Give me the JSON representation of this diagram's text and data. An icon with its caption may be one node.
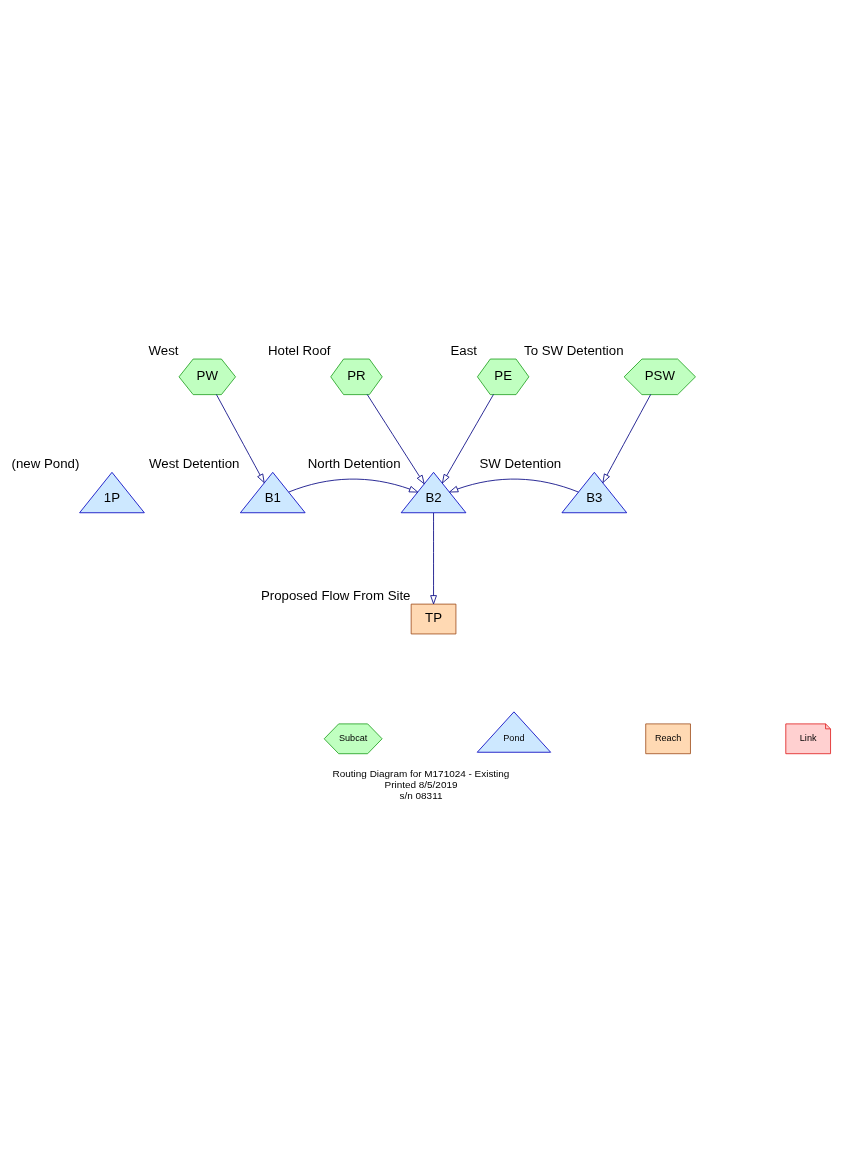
{
  "diagram": {
    "title": "Routing Diagram for M171024 - Existing",
    "nodes": [
      {
        "text": [
          "PW"
        ],
        "beside": [
          "West"
        ]
      },
      {
        "text": [
          "PR"
        ],
        "beside": [
          "Hotel Roof"
        ]
      },
      {
        "text": [
          "PE"
        ],
        "beside": [
          "East"
        ]
      },
      {
        "text": [
          "PSW"
        ],
        "beside": [
          "To SW Detention"
        ]
      },
      {
        "text": [
          "1P"
        ],
        "beside": [
          "(new Pond)"
        ]
      },
      {
        "text": [
          "B1"
        ],
        "beside": [
          "West Detention"
        ]
      },
      {
        "text": [
          "B2"
        ],
        "beside": [
          "North Detention"
        ]
      },
      {
        "text": [
          "B3"
        ],
        "beside": [
          "SW Detention"
        ]
      },
      {
        "text": [
          "TP"
        ],
        "beside": [
          "Proposed Flow From Site"
        ]
      },
      {
        "text": [
          "Subcat"
        ]
      },
      {
        "text": [
          "Reach"
        ]
      },
      {
        "text": [
          "Pond"
        ]
      },
      {
        "text": [
          "Link"
        ]
      }
    ],
    "edges": [
      {
        "from": 0,
        "to": 5,
        "arrow": "to"
      },
      {
        "from": 1,
        "to": 6,
        "arrow": "to"
      },
      {
        "from": 2,
        "to": 6,
        "arrow": "to"
      },
      {
        "from": 3,
        "to": 7,
        "arrow": "to"
      },
      {
        "from": 5,
        "to": 6,
        "arrow": "to"
      },
      {
        "from": 7,
        "to": 6,
        "arrow": "to"
      },
      {
        "from": 6,
        "to": 8,
        "arrow": "to"
      }
    ],
    "labels": [
      "Printed 8/5/2019",
      "s/n 08311"
    ]
  }
}
